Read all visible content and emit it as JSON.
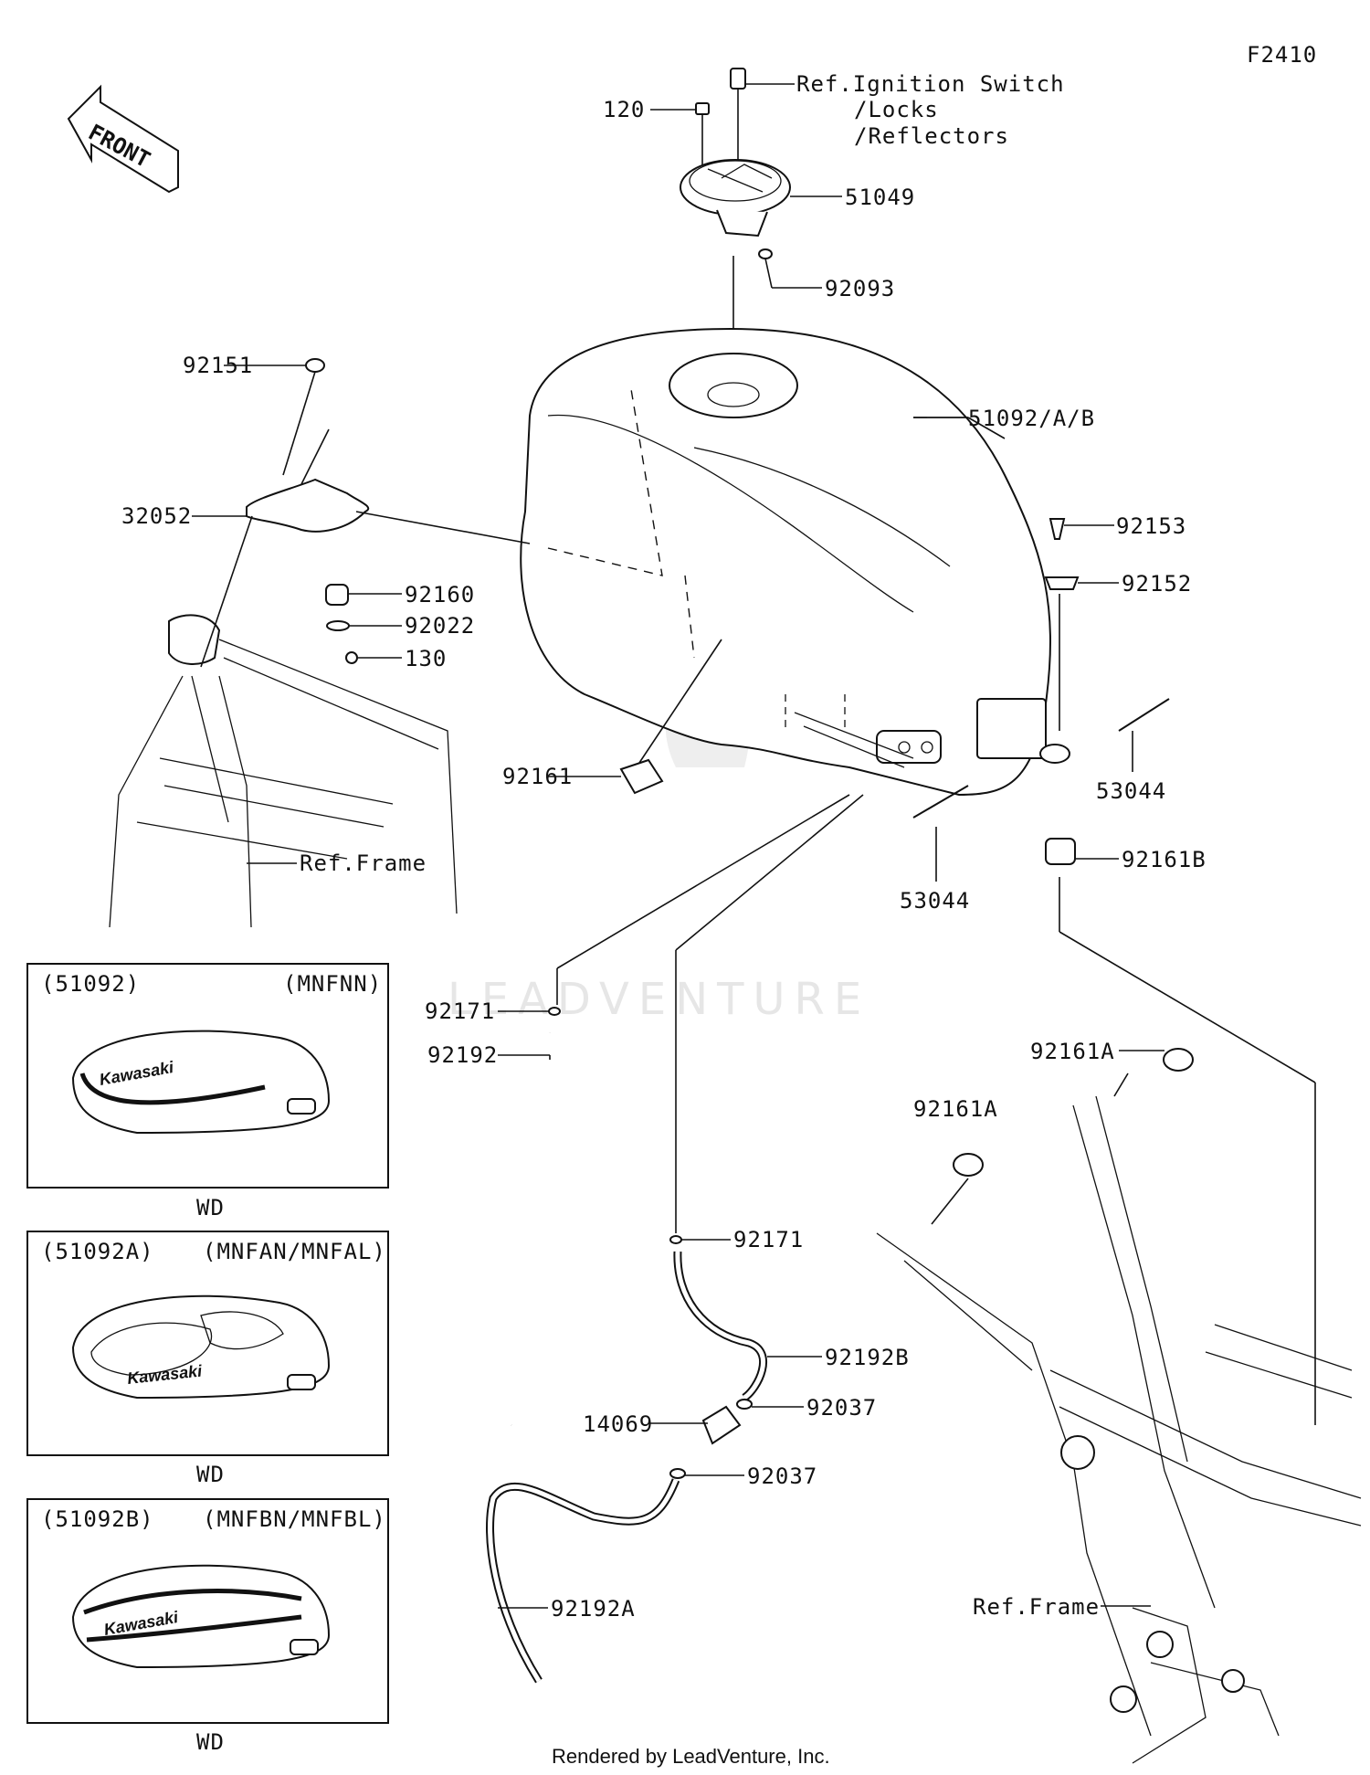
{
  "figure_code": "F2410",
  "front_label": "FRONT",
  "watermark": "LEADVENTURE",
  "footer": "Rendered by LeadVenture, Inc.",
  "callouts": {
    "ref_ignition_1": "Ref.Ignition Switch",
    "ref_ignition_2": "/Locks",
    "ref_ignition_3": "/Reflectors",
    "p120": "120",
    "p51049": "51049",
    "p92093": "92093",
    "p92151": "92151",
    "p51092": "51092/A/B",
    "p32052": "32052",
    "p92160": "92160",
    "p92022": "92022",
    "p130": "130",
    "p92153": "92153",
    "p92152": "92152",
    "p53044_a": "53044",
    "p53044_b": "53044",
    "p92161": "92161",
    "p92161B": "92161B",
    "ref_frame_1": "Ref.Frame",
    "ref_frame_2": "Ref.Frame",
    "p92171_a": "92171",
    "p92171_b": "92171",
    "p92192": "92192",
    "p92192B": "92192B",
    "p92192A": "92192A",
    "p14069": "14069",
    "p92037_a": "92037",
    "p92037_b": "92037",
    "p92161A_a": "92161A",
    "p92161A_b": "92161A"
  },
  "variants": [
    {
      "part": "(51092)",
      "codes": "(MNFNN)",
      "caption": "WD",
      "logo": "Kawasaki"
    },
    {
      "part": "(51092A)",
      "codes": "(MNFAN/MNFAL)",
      "caption": "WD",
      "logo": "Kawasaki"
    },
    {
      "part": "(51092B)",
      "codes": "(MNFBN/MNFBL)",
      "caption": "WD",
      "logo": "Kawasaki"
    }
  ]
}
